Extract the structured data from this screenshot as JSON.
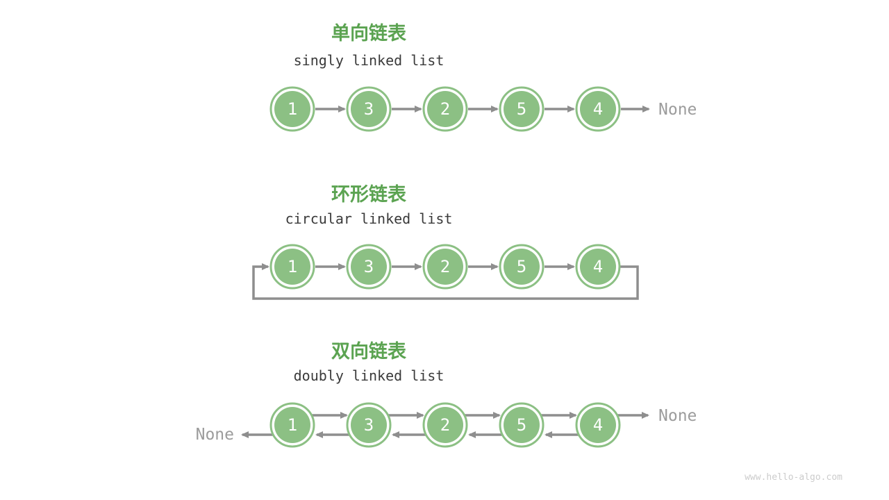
{
  "colors": {
    "title_green": "#5ba351",
    "node_green": "#8cc084",
    "arrow_gray": "#8e8e8e",
    "text_dark": "#3a3a3a",
    "none_gray": "#9c9c9c",
    "watermark_gray": "#cccccc",
    "background": "#ffffff"
  },
  "sections": [
    {
      "title_zh": "单向链表",
      "title_en": "singly linked list",
      "nodes": [
        "1",
        "3",
        "2",
        "5",
        "4"
      ],
      "tail_label": "None"
    },
    {
      "title_zh": "环形链表",
      "title_en": "circular linked list",
      "nodes": [
        "1",
        "3",
        "2",
        "5",
        "4"
      ]
    },
    {
      "title_zh": "双向链表",
      "title_en": "doubly linked list",
      "nodes": [
        "1",
        "3",
        "2",
        "5",
        "4"
      ],
      "head_label": "None",
      "tail_label": "None"
    }
  ],
  "watermark": "www.hello-algo.com"
}
